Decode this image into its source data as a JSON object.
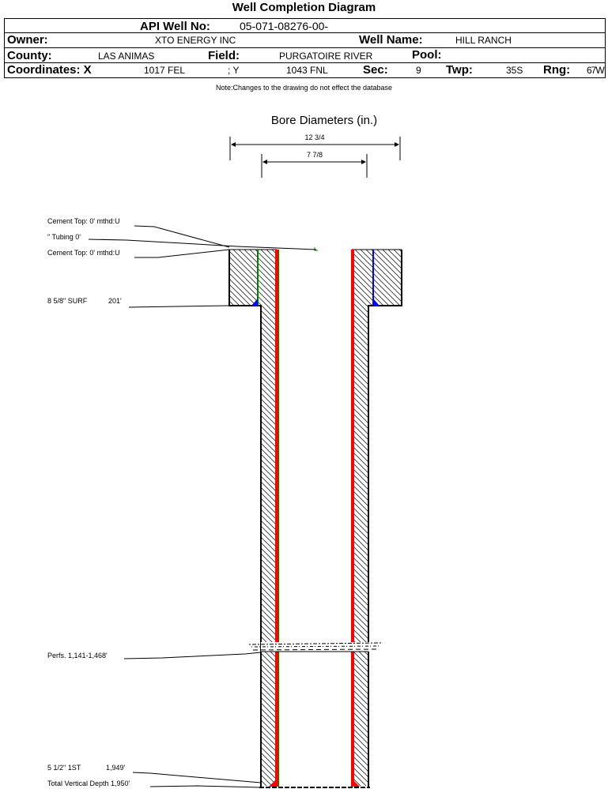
{
  "title": "Well Completion Diagram",
  "header": {
    "api_label": "API Well No:",
    "api_value": "05-071-08276-00-",
    "owner_label": "Owner:",
    "owner_value": "XTO ENERGY INC",
    "well_name_label": "Well Name:",
    "well_name_value": "HILL RANCH",
    "county_label": "County:",
    "county_value": "LAS ANIMAS",
    "field_label": "Field:",
    "field_value": "PURGATOIRE RIVER",
    "pool_label": "Pool:",
    "pool_value": "",
    "coord_x_label": "Coordinates: X",
    "coord_x_value": "1017 FEL",
    "coord_y_label": "; Y",
    "coord_y_value": "1043 FNL",
    "sec_label": "Sec:",
    "sec_value": "9",
    "twp_label": "Twp:",
    "twp_value": "35S",
    "rng_label": "Rng:",
    "rng_value": "67W"
  },
  "note": "Note:Changes to the drawing do not effect the database",
  "bore": {
    "title": "Bore Diameters (in.)",
    "outer": "12 3/4",
    "inner": "7 7/8"
  },
  "labels": {
    "cement_top_1": "Cement Top: 0' mthd:U",
    "tubing": "\" Tubing 0'",
    "cement_top_2": "Cement Top: 0' mthd:U",
    "surf_casing": "8 5/8\" SURF",
    "surf_depth": "201'",
    "perfs": "Perfs. 1,141-1,468'",
    "prod_casing": "5 1/2\" 1ST",
    "prod_depth": "1,949'",
    "tvd": "Total Vertical Depth 1,950'"
  },
  "colors": {
    "casing": "#ff0000",
    "cement_outer": "#008000",
    "cement_right": "#0000ff"
  }
}
